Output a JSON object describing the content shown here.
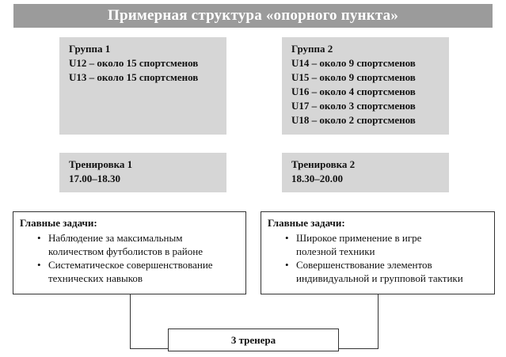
{
  "title": "Примерная структура «опорного пункта»",
  "groups": [
    {
      "heading": "Группа 1",
      "lines": [
        "U12 – около 15 спортсменов",
        "U13 – около 15 спортсменов"
      ]
    },
    {
      "heading": "Группа 2",
      "lines": [
        "U14 – около 9 спортсменов",
        "U15 – около 9 спортсменов",
        "U16 – около 4 спортсменов",
        "U17 – около 3 спортсменов",
        "U18 – около 2 спортсменов"
      ]
    }
  ],
  "trainings": [
    {
      "heading": "Тренировка 1",
      "time": "17.00–18.30"
    },
    {
      "heading": "Тренировка 2",
      "time": "18.30–20.00"
    }
  ],
  "tasks": [
    {
      "heading": "Главные задачи:",
      "items": [
        [
          "Наблюдение за максимальным",
          "количеством футболистов в районе"
        ],
        [
          "Систематическое совершенствование",
          "технических навыков"
        ]
      ]
    },
    {
      "heading": "Главные задачи:",
      "items": [
        [
          "Широкое применение в игре",
          "полезной техники"
        ],
        [
          "Совершенствование элементов",
          "индивидуальной и групповой тактики"
        ]
      ]
    }
  ],
  "coaches": "3 тренера",
  "bullet": "•",
  "colors": {
    "title_bg": "#9b9b9b",
    "box_bg": "#d6d6d6",
    "border": "#333333"
  }
}
